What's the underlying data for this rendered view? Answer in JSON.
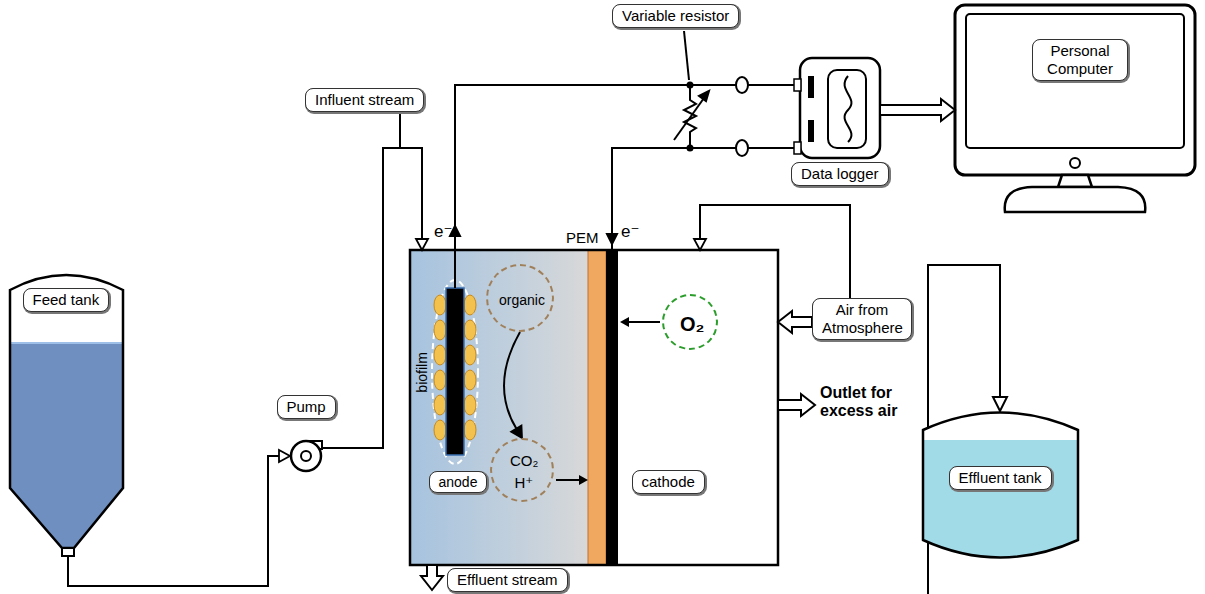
{
  "diagram": {
    "nodes": [
      {
        "text": [
          "Feed tank"
        ]
      },
      {
        "text": [
          "Pump"
        ]
      },
      {
        "text": [
          "Influent stream"
        ]
      },
      {
        "text": [
          "Variable resistor"
        ]
      },
      {
        "text": [
          "Data logger"
        ]
      },
      {
        "text": [
          "Personal Computer"
        ]
      },
      {
        "text": [
          "biofilm",
          "anode"
        ]
      },
      {
        "text": [
          "organic"
        ],
        "in": 6
      },
      {
        "text": [
          "CO₂",
          "H⁺"
        ],
        "in": 6
      },
      {
        "text": [
          "cathode"
        ]
      },
      {
        "text": [
          "O₂"
        ],
        "in": 9
      },
      {
        "text": [
          "Air from Atmosphere"
        ]
      },
      {
        "text": [
          "Effluent tank"
        ]
      },
      {
        "text": [
          "Effluent stream"
        ]
      }
    ],
    "edges": [
      {
        "from": 0,
        "to": 1,
        "arrow": "to"
      },
      {
        "from": 1,
        "to": 6,
        "arrow": "to"
      },
      {
        "from": 4,
        "to": 5,
        "arrow": "to"
      },
      {
        "from": 7,
        "to": 8,
        "arrow": "to"
      },
      {
        "from": 11,
        "to": 9,
        "arrow": "to"
      },
      {
        "from": 11,
        "to": 9,
        "arrow": "to"
      }
    ],
    "labels": [
      "e⁻",
      "PEM",
      "e⁻",
      "Outlet for excess air"
    ]
  }
}
